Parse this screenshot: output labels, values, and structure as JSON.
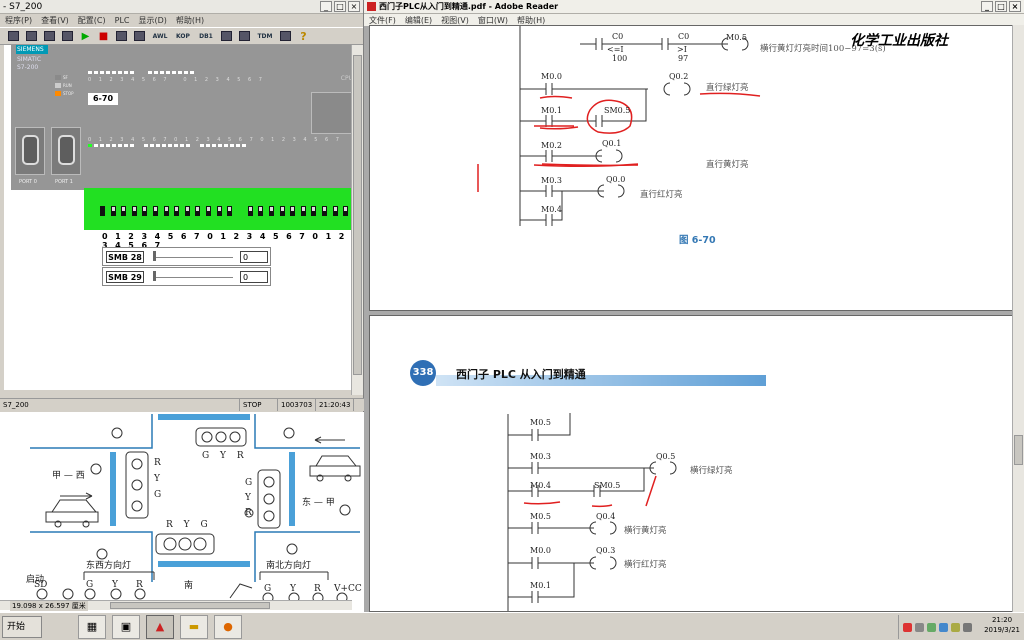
{
  "sim": {
    "title": "- S7_200",
    "menu": [
      "程序(P)",
      "查看(V)",
      "配置(C)",
      "PLC",
      "显示(D)",
      "帮助(H)"
    ],
    "toolbar_awl": "AWL",
    "toolbar_kop": "KOP",
    "toolbar_db": "DB1",
    "toolbar_tdm": "TDM",
    "brand": "SIEMENS",
    "model_line1": "SIMATIC",
    "model_line2": "S7-200",
    "led_sf": "SF",
    "led_run": "RUN",
    "led_stop": "STOP",
    "cpu_label": "CPU",
    "display_code": "6-70",
    "port0": "PORT 0",
    "port1": "PORT 1",
    "io_digits": "0 1 2 3 4 5 6 7",
    "input_numbers": "0 1 2 3 4 5 6 7 0 1 2 3 4   5 6 7 0 1 2 3 4 5 6 7",
    "smb28_label": "SMB 28",
    "smb28_value": "0",
    "smb29_label": "SMB 29",
    "smb29_value": "0",
    "status": {
      "name": "S7_200",
      "mode": "STOP",
      "code": "1003703",
      "time": "21:20:43"
    }
  },
  "traffic": {
    "light_top": "G Y R",
    "light_bottom": "R Y G",
    "light_left": [
      "R",
      "Y",
      "G"
    ],
    "light_right": [
      "G",
      "Y",
      "R"
    ],
    "west": "甲 — 西",
    "east": "东 — 甲",
    "ew_label": "东西方向灯",
    "ns_label": "南北方向灯",
    "start": "启动",
    "south": "南",
    "bottom_left_row": [
      "SD",
      "G",
      "Y",
      "R"
    ],
    "bottom_right_row": [
      "G",
      "Y",
      "R",
      "V+CC"
    ],
    "dimensions": "19.098 x 26.597 厘米"
  },
  "reader": {
    "title": "西门子PLC从入门到精通.pdf - Adobe Reader",
    "menu": [
      "文件(F)",
      "编辑(E)",
      "视图(V)",
      "窗口(W)",
      "帮助(H)"
    ],
    "watermark": "化学工业出版社",
    "page1": {
      "c0_a": "C0",
      "c0_a_op": "<=I",
      "c0_a_val": "100",
      "c0_b": "C0",
      "c0_b_op": ">I",
      "c0_b_val": "97",
      "m05": "M0.5",
      "note_yellow_time": "横行黄灯灯亮时间100−97=3(s)",
      "m00": "M0.0",
      "q02": "Q0.2",
      "note_green": "直行绿灯亮",
      "m01": "M0.1",
      "sm05": "SM0.5",
      "m02": "M0.2",
      "q01": "Q0.1",
      "note_yellow": "直行黄灯亮",
      "m03": "M0.3",
      "q00": "Q0.0",
      "note_red": "直行红灯亮",
      "m04": "M0.4",
      "figure": "图 6-70"
    },
    "page2": {
      "page_no": "338",
      "chapter": "西门子 PLC 从入门到精通",
      "m05a": "M0.5",
      "m03": "M0.3",
      "q05": "Q0.5",
      "note_h_green": "横行绿灯亮",
      "m04": "M0.4",
      "sm05": "SM0.5",
      "m05b": "M0.5",
      "q04": "Q0.4",
      "note_h_yellow": "横行黄灯亮",
      "m00": "M0.0",
      "q03": "Q0.3",
      "note_h_red": "横行红灯亮",
      "m01": "M0.1"
    }
  },
  "taskbar": {
    "start": "开始",
    "clock_time": "21:20",
    "clock_date": "2019/3/21"
  },
  "colors": {
    "plc_green": "#22e022",
    "siemens_teal": "#0099b5",
    "annotation_red": "#e02020",
    "figure_blue": "#3478b4"
  }
}
